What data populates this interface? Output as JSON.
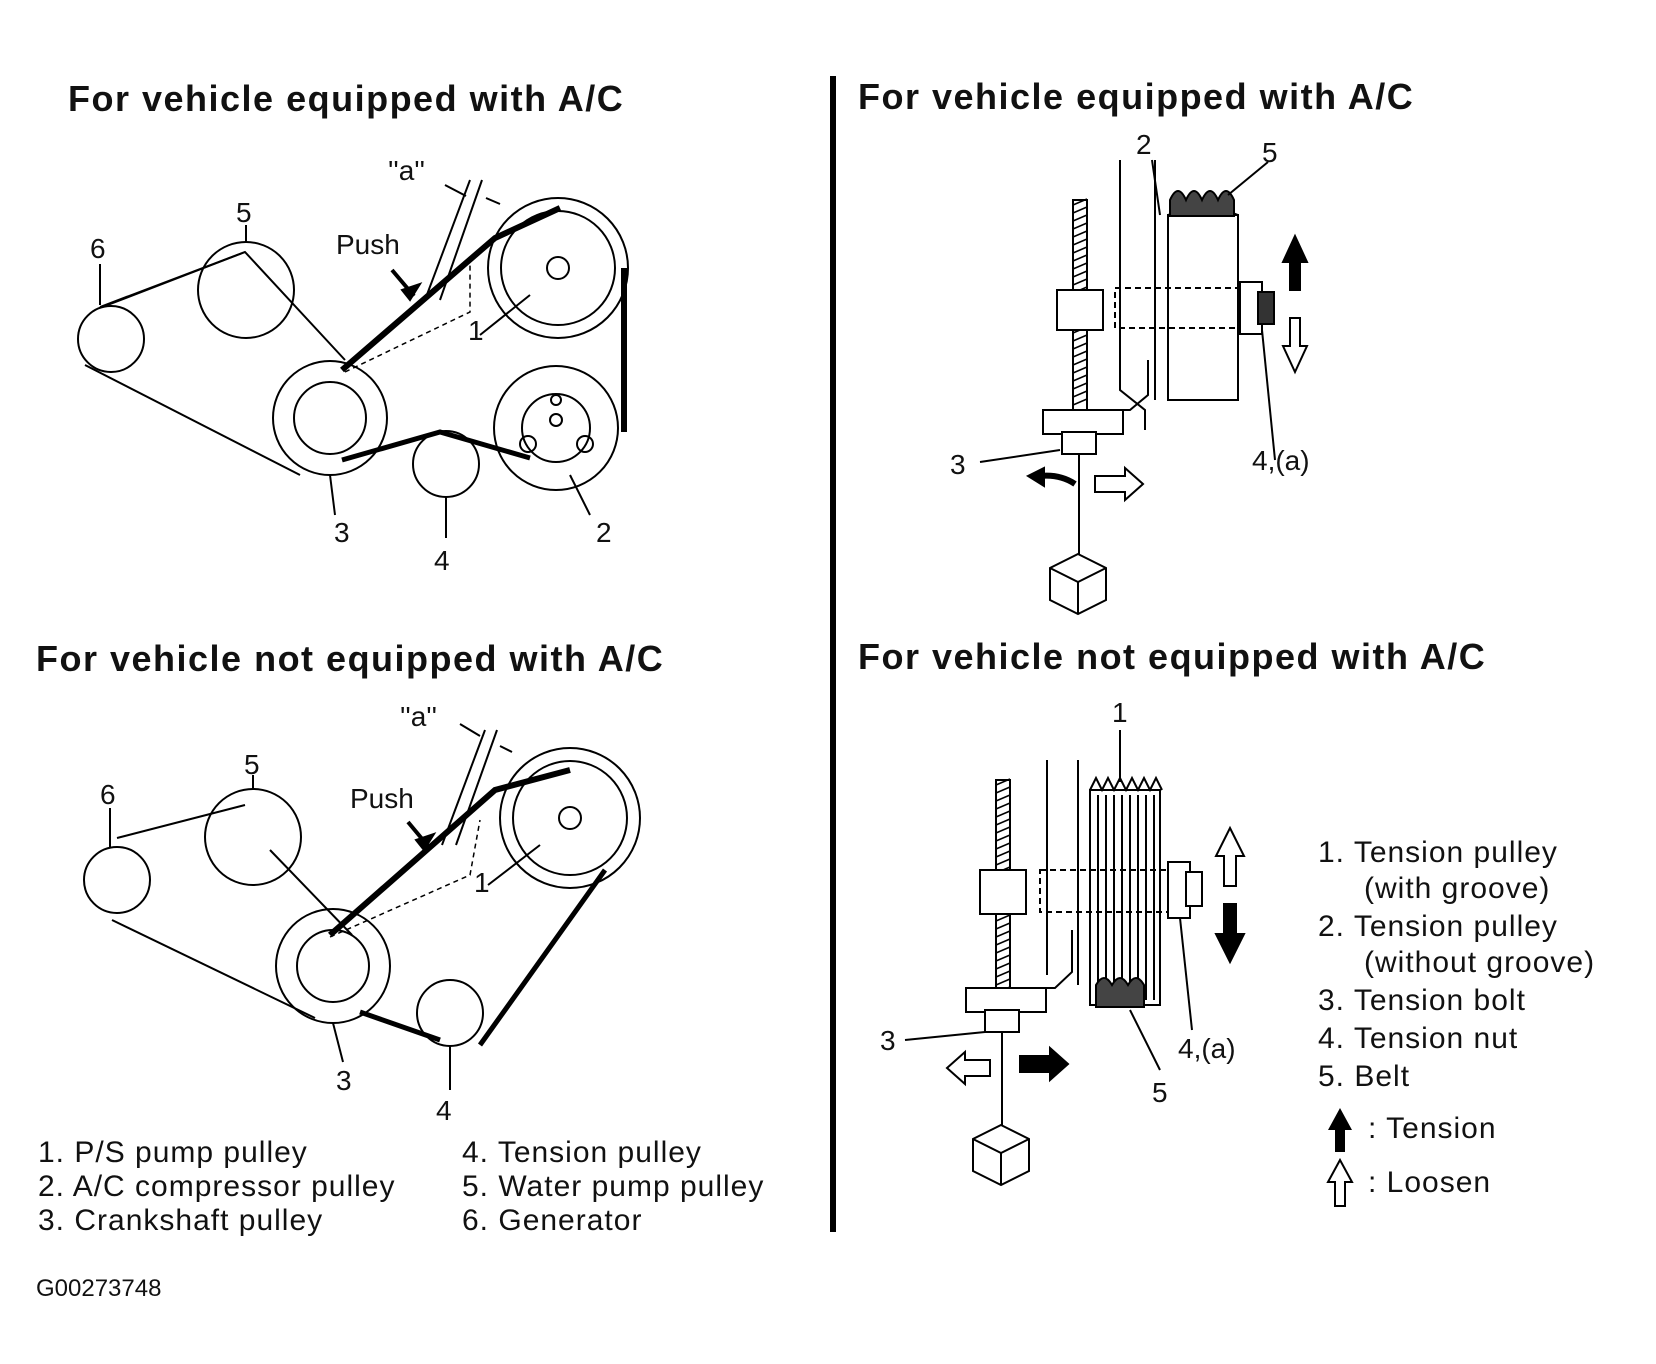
{
  "titles": {
    "top_left": "For vehicle equipped with A/C",
    "bottom_left": "For vehicle not equipped with A/C",
    "top_right": "For vehicle equipped with A/C",
    "bottom_right": "For vehicle not equipped with A/C"
  },
  "labels": {
    "a_mark": "''a''",
    "push": "Push",
    "n1": "1",
    "n2": "2",
    "n3": "3",
    "n4": "4",
    "n5": "5",
    "n6": "6",
    "n4a": "4,(a)"
  },
  "left_legend": [
    "1. P/S pump pulley",
    "2. A/C compressor pulley",
    "3. Crankshaft pulley",
    "4. Tension pulley",
    "5. Water pump pulley",
    "6. Generator"
  ],
  "right_legend": [
    "1. Tension pulley",
    "(with groove)",
    "2. Tension pulley",
    "(without groove)",
    "3. Tension bolt",
    "4. Tension nut",
    "5. Belt"
  ],
  "arrow_legend": {
    "tension": ": Tension",
    "loosen": ": Loosen"
  },
  "figure_code": "G00273748"
}
